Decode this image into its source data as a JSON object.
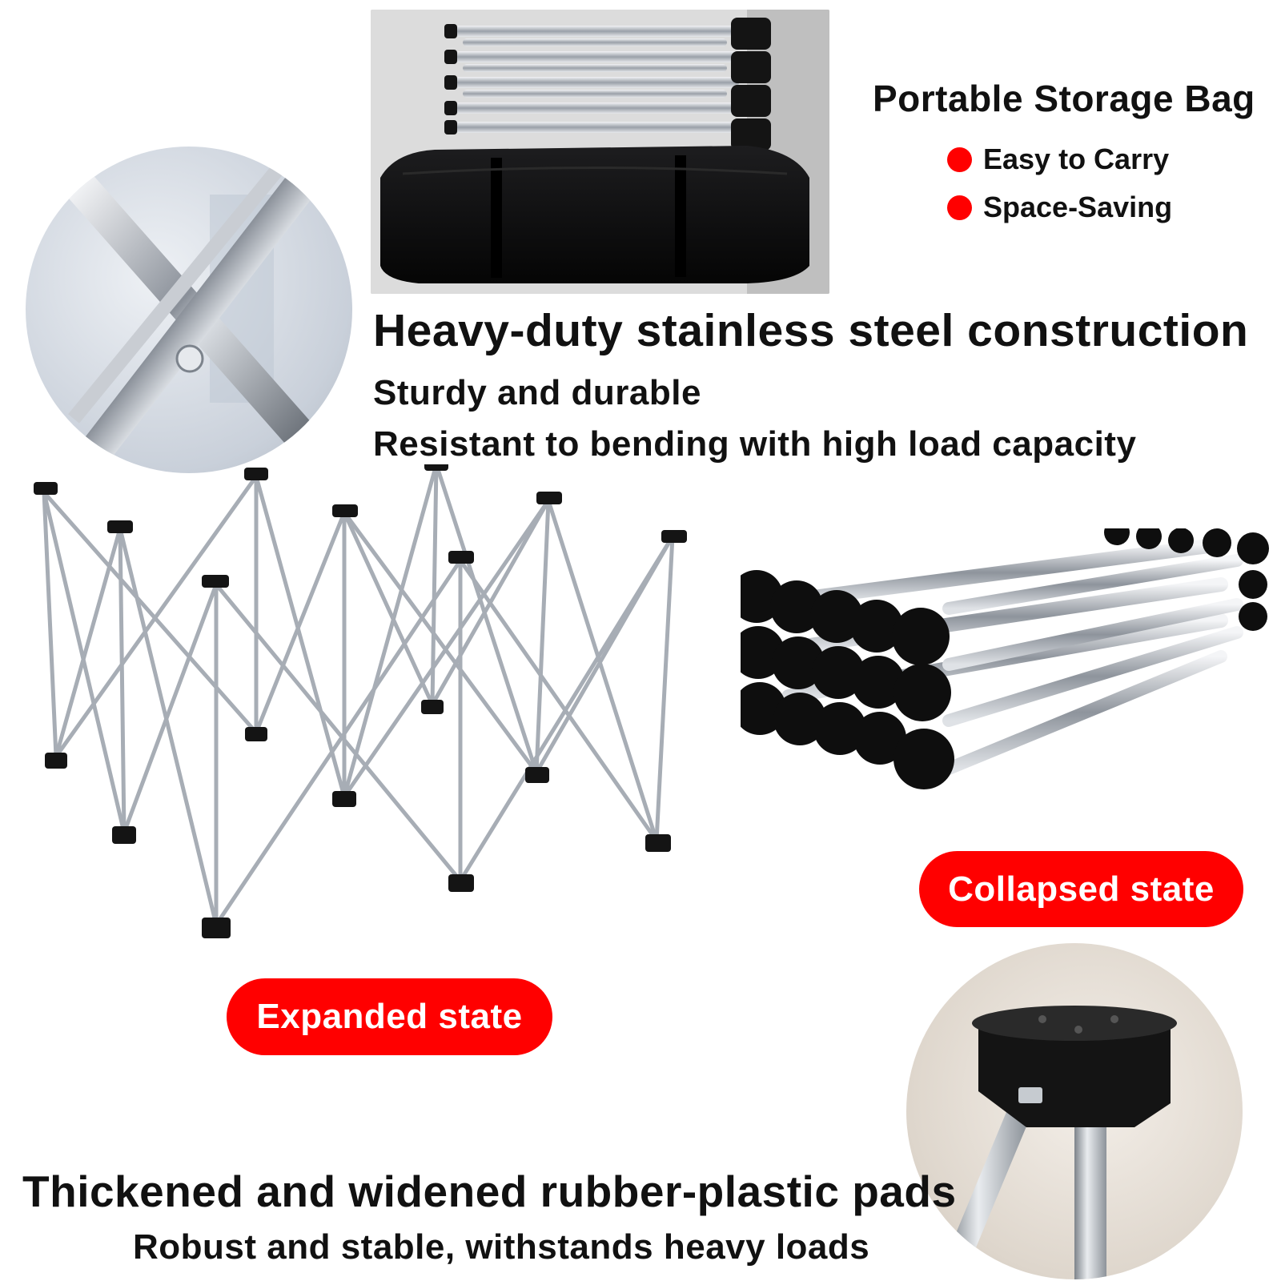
{
  "storage": {
    "title": "Portable Storage Bag",
    "bullets": [
      "Easy to Carry",
      "Space-Saving"
    ]
  },
  "construction": {
    "heading": "Heavy-duty stainless steel construction",
    "lines": [
      "Sturdy and durable",
      "Resistant to bending with high load capacity"
    ]
  },
  "states": {
    "collapsed": "Collapsed state",
    "expanded": "Expanded state"
  },
  "pads": {
    "heading": "Thickened and widened rubber-plastic pads",
    "line": "Robust and stable, withstands heavy loads"
  },
  "colors": {
    "accent": "#ff0000",
    "text": "#111111",
    "pad_black": "#111111",
    "steel": "#b9bec5"
  }
}
